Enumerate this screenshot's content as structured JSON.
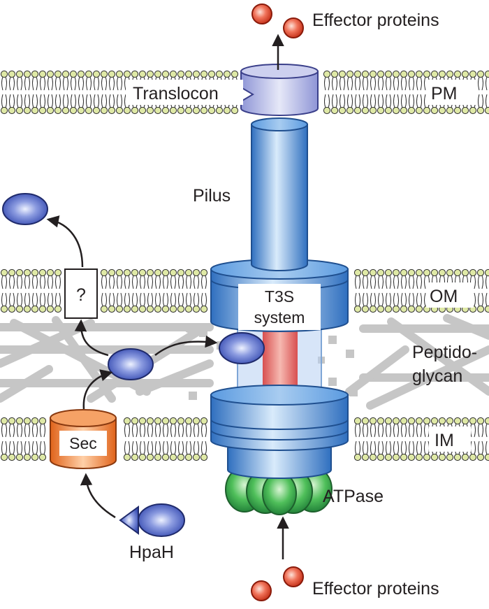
{
  "labels": {
    "effector_top": "Effector proteins",
    "effector_bottom": "Effector proteins",
    "translocon": "Translocon",
    "pm": "PM",
    "pilus": "Pilus",
    "om": "OM",
    "t3s_line1": "T3S",
    "t3s_line2": "system",
    "peptido_line1": "Peptido-",
    "peptido_line2": "glycan",
    "im": "IM",
    "sec": "Sec",
    "atpase": "ATPase",
    "hpah": "HpaH",
    "unknown": "?"
  },
  "colors": {
    "lipid_head": "#dfe9a6",
    "lipid_stroke": "#2d2d2d",
    "peptidoglycan": "#c9c9c9",
    "effector": "#e8523a",
    "blue_protein": "#4a63c4",
    "t3s_blue": "#4b8ed6",
    "translocon": "#b9bde6",
    "sec_orange": "#f07a2a",
    "atpase_green": "#3aaa4a",
    "inner_red": "#e26a6a"
  }
}
